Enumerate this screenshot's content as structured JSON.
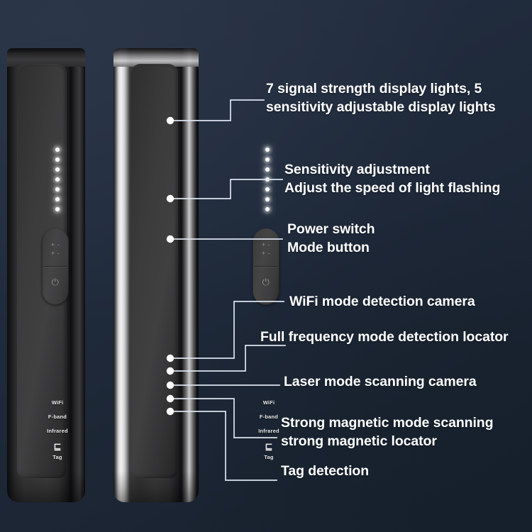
{
  "background": {
    "color_top_left": "#2b3648",
    "color_bottom_right": "#16202c",
    "base": "#1e2a3d"
  },
  "accent": {
    "line_color": "#dce4ef",
    "dot_color": "#ffffff",
    "text_color": "#ffffff"
  },
  "products": [
    {
      "id": "device-black",
      "finish": "matte black",
      "led_count": 7,
      "buttons": {
        "adjust_glyph": "+ -",
        "power_glyph": "⏻"
      },
      "mode_labels": [
        "WiFi",
        "F-band",
        "Infrared",
        "⊑",
        "Tag"
      ]
    },
    {
      "id": "device-silver",
      "finish": "silver chrome edge",
      "led_count": 7,
      "buttons": {
        "adjust_glyph": "+ -",
        "power_glyph": "⏻"
      },
      "mode_labels": [
        "WiFi",
        "F-band",
        "Infrared",
        "⊑",
        "Tag"
      ]
    }
  ],
  "callouts": [
    {
      "id": "signal-lights",
      "line1": "7 signal strength display lights, 5",
      "line2": "sensitivity adjustable display lights"
    },
    {
      "id": "sensitivity-adjustment",
      "line1": "Sensitivity adjustment",
      "line2": "Adjust the speed of light flashing"
    },
    {
      "id": "power-switch",
      "line1": "Power switch",
      "line2": "Mode button"
    },
    {
      "id": "wifi-mode",
      "line1": "WiFi mode detection camera",
      "line2": ""
    },
    {
      "id": "full-frequency-mode",
      "line1": "Full frequency mode detection locator",
      "line2": ""
    },
    {
      "id": "laser-mode",
      "line1": "Laser mode scanning camera",
      "line2": ""
    },
    {
      "id": "strong-magnetic-mode",
      "line1": "Strong magnetic mode scanning",
      "line2": "strong magnetic locator"
    },
    {
      "id": "tag-detection",
      "line1": "Tag detection",
      "line2": ""
    }
  ]
}
